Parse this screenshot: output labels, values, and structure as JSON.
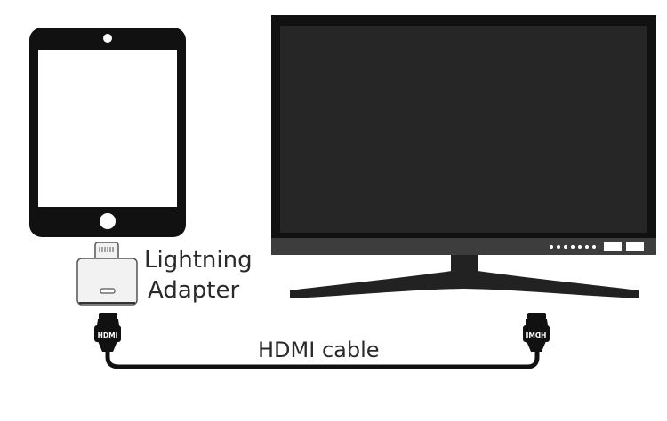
{
  "labels": {
    "adapter_line1": "Lightning",
    "adapter_line2": "Adapter",
    "cable": "HDMI cable",
    "plug_left_text": "HDMI",
    "plug_right_text": "HDMI"
  },
  "icons": {
    "tablet": "tablet-icon",
    "monitor": "monitor-icon",
    "adapter": "lightning-adapter-icon",
    "cable": "hdmi-cable-icon"
  },
  "colors": {
    "device_black": "#111111",
    "screen_dark": "#262626",
    "bezel_bottom": "#3d3d3d",
    "stand": "#222222",
    "adapter_body": "#f2f2f2",
    "adapter_outline": "#555555",
    "label_text": "#2a2a2a",
    "background": "#ffffff"
  }
}
